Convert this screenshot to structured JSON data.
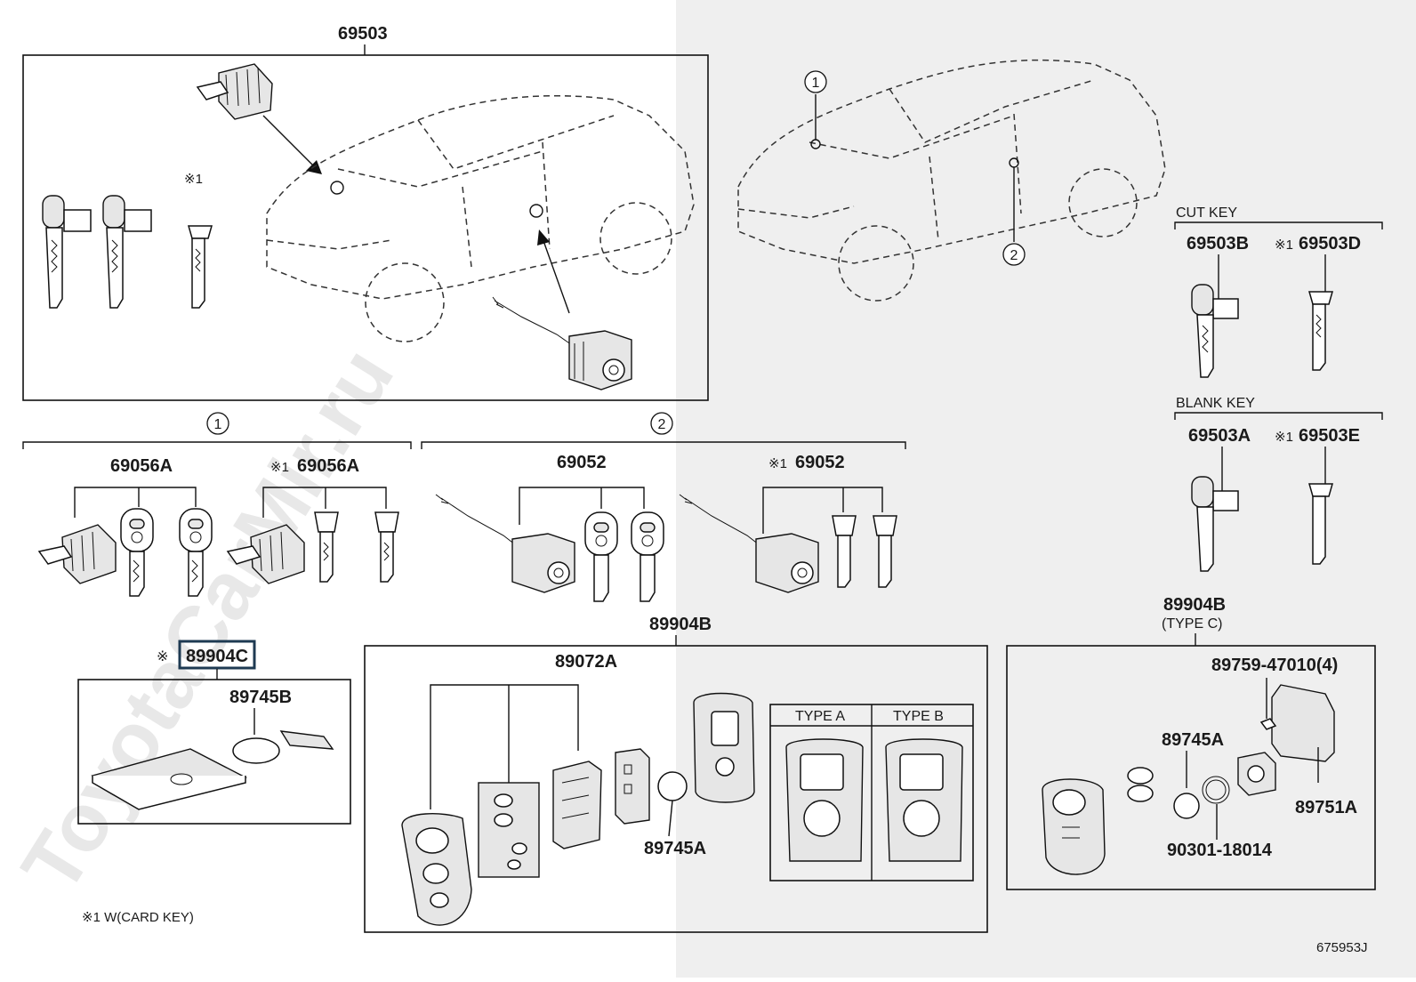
{
  "diagram": {
    "figure_id": "675953J",
    "watermark": "ToyotaCarMir.ru",
    "footnote": "※1 W(CARD KEY)",
    "mark": "※",
    "mark1": "※1",
    "refs": {
      "one": "1",
      "two": "2"
    },
    "parts": {
      "p69503": "69503",
      "p69503B": "69503B",
      "p69503D": "69503D",
      "p69503A": "69503A",
      "p69503E": "69503E",
      "p69056A": "69056A",
      "p69056A_w": "69056A",
      "p69052": "69052",
      "p69052_w": "69052",
      "p89904C": "89904C",
      "p89745B": "89745B",
      "p89904B": "89904B",
      "p89072A": "89072A",
      "p89745A_mid": "89745A",
      "p89904B_c": "89904B",
      "p89759": "89759-47010(4)",
      "p89745A_right": "89745A",
      "p89751A": "89751A",
      "p90301": "90301-18014"
    },
    "labels": {
      "cut_key": "CUT KEY",
      "blank_key": "BLANK KEY",
      "type_a": "TYPE A",
      "type_b": "TYPE B",
      "type_c": "(TYPE C)"
    }
  }
}
